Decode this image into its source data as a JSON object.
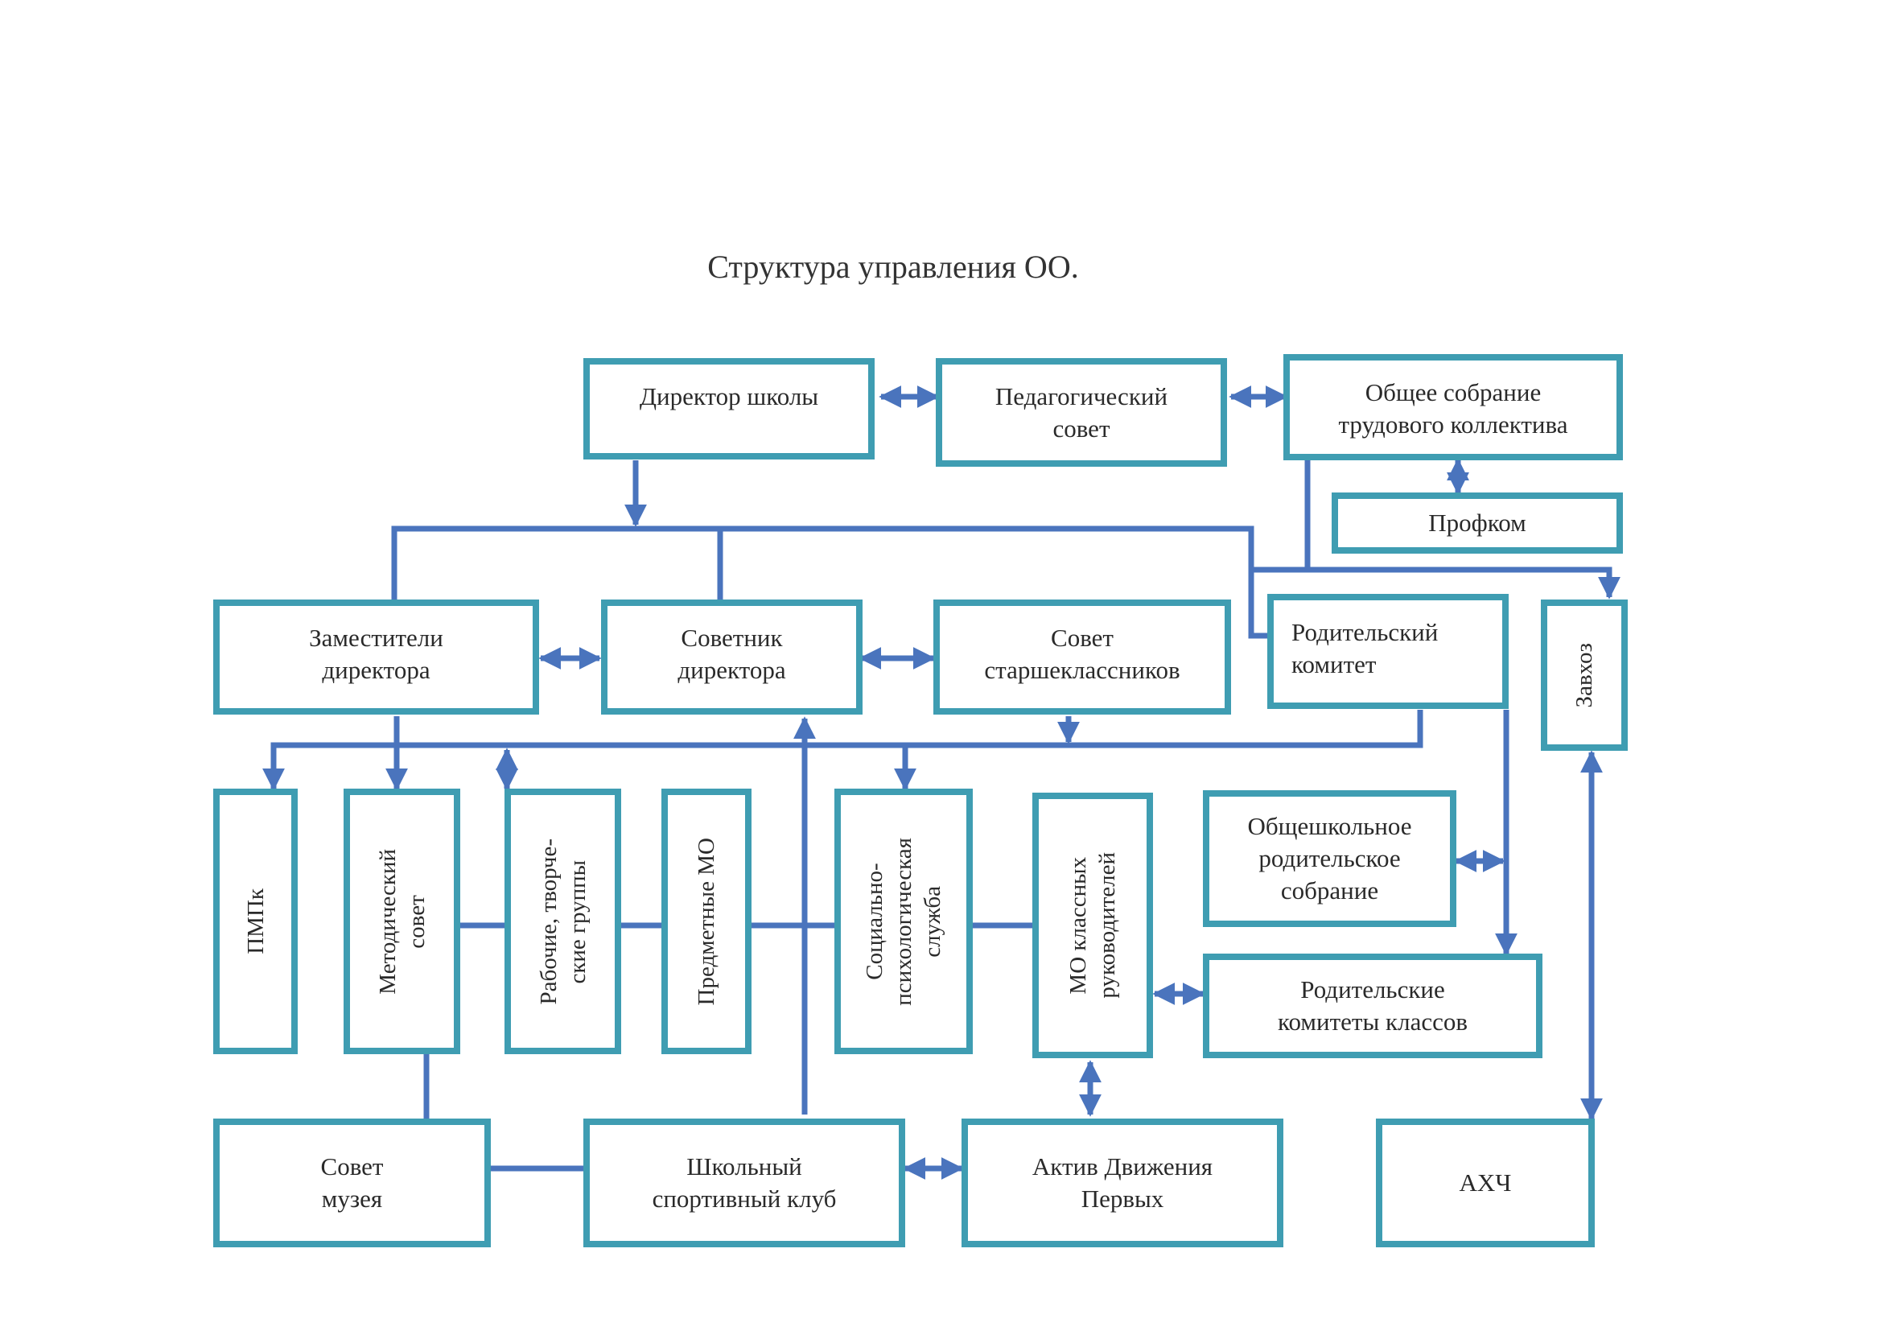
{
  "title": "Структура управления ОО.",
  "colors": {
    "box_border": "#3f9db2",
    "connector": "#4a74bd"
  },
  "nodes": {
    "director": "Директор школы",
    "ped_council": "Педагогический\nсовет",
    "general_meeting": "Общее собрание\nтрудового коллектива",
    "profkom": "Профком",
    "deputies": "Заместители\nдиректора",
    "advisor": "Советник\nдиректора",
    "senior_council": "Совет\nстаршеклассников",
    "parent_committee": "Родительский\nкомитет",
    "zavhoz": "Завхоз",
    "pmpk": "ПМПк",
    "method_council": "Методический\nсовет",
    "work_groups": "Рабочие, творче-\nские группы",
    "subject_mo": "Предметные МО",
    "social_service": "Социально-\nпсихологическая\nслужба",
    "mo_class": "МО классных\nруководителей",
    "school_parent_meeting": "Общешкольное\nродительское\nсобрание",
    "class_parent_committees": "Родительские\nкомитеты  классов",
    "museum_council": "Совет\nмузея",
    "sport_club": "Школьный\nспортивный клуб",
    "movement_first": "Актив Движения\nПервых",
    "ahch": "АХЧ"
  }
}
